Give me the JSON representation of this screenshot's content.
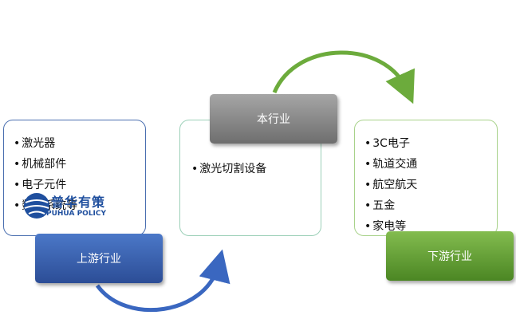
{
  "upstream": {
    "title": "上游行业",
    "items": [
      "激光器",
      "机械部件",
      "电子元件",
      "数控系统等"
    ]
  },
  "industry": {
    "title": "本行业",
    "items": [
      "激光切割设备"
    ]
  },
  "downstream": {
    "title": "下游行业",
    "items": [
      "3C电子",
      "轨道交通",
      "航空航天",
      "五金",
      "家电等"
    ]
  },
  "watermark": {
    "name_cn": "普华有策",
    "name_en": "PUHUA POLICY"
  },
  "colors": {
    "upstream": "#2c4d96",
    "industry": "#7a7a7a",
    "downstream": "#4b8623",
    "arrow_blue": "#3a67c0",
    "arrow_green": "#6cab3c"
  },
  "bullet": "•"
}
